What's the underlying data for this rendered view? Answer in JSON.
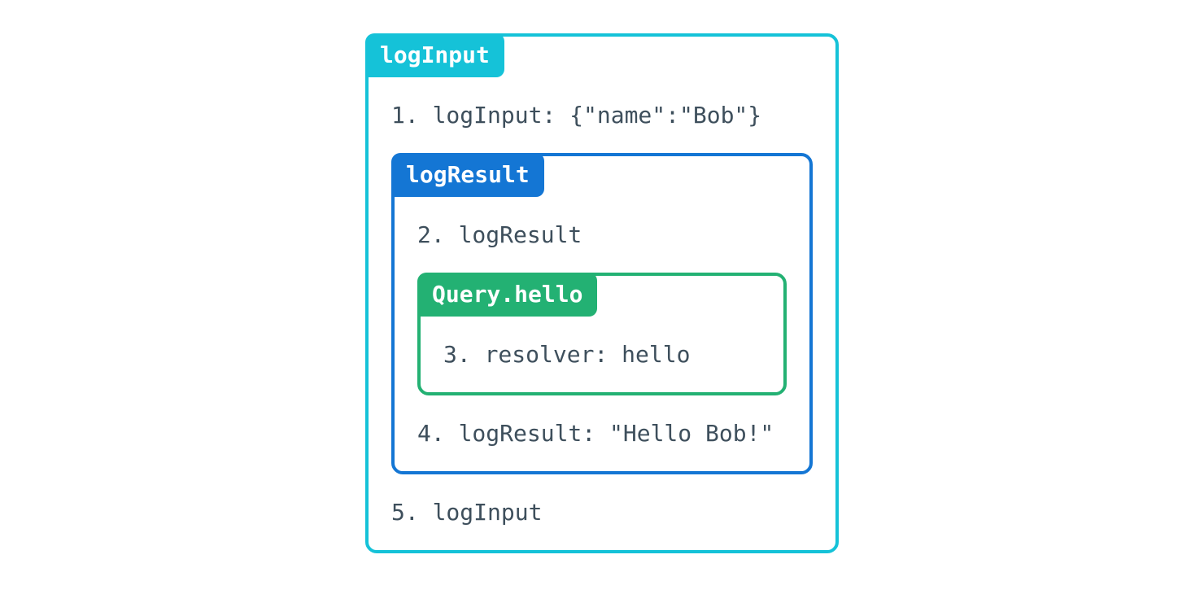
{
  "diagram": {
    "background_color": "#ffffff",
    "label_text_color": "#ffffff",
    "body_text_color": "#3e4f5c",
    "boxes": {
      "logInput": {
        "label": "logInput",
        "color": "#15c2d8",
        "first_line": "1. logInput: {\"name\":\"Bob\"}",
        "last_line": "5. logInput"
      },
      "logResult": {
        "label": "logResult",
        "color": "#1476d4",
        "first_line": "2. logResult",
        "last_line": "4. logResult: \"Hello Bob!\""
      },
      "queryHello": {
        "label": "Query.hello",
        "color": "#23b173",
        "line": "3. resolver: hello"
      }
    }
  }
}
